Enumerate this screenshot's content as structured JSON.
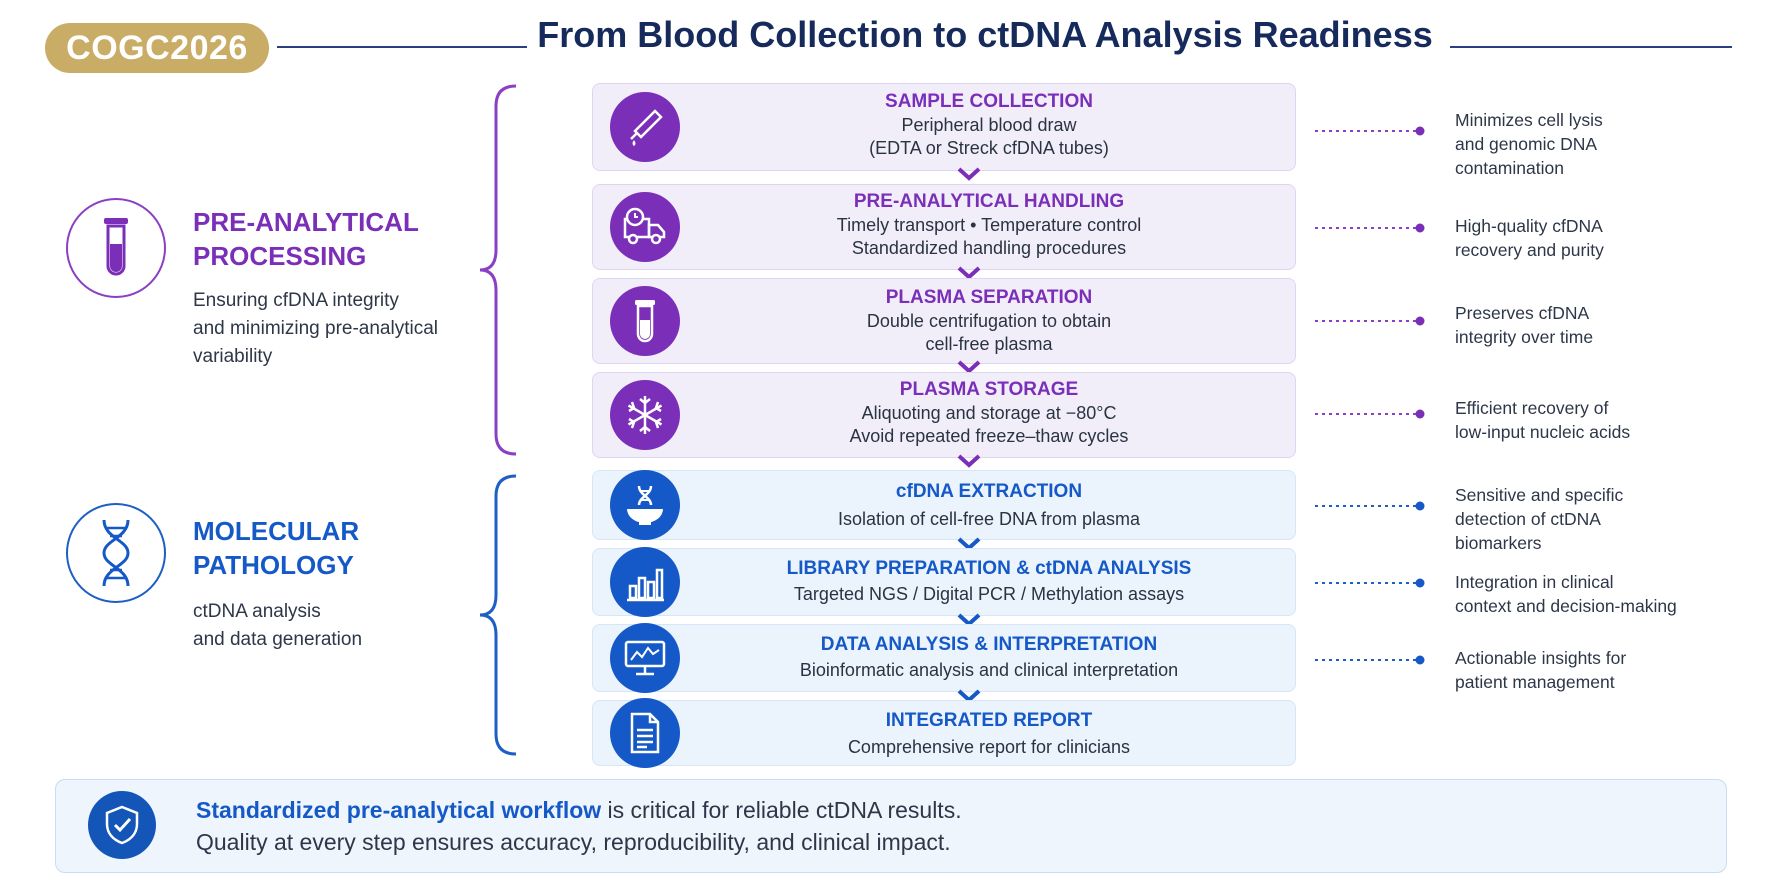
{
  "header": {
    "badge": "COGC2026",
    "title": "From Blood Collection to ctDNA Analysis Readiness"
  },
  "colors": {
    "purple": "#7b2fb8",
    "blue": "#1459c7",
    "gold": "#c9ad66",
    "navy": "#172a5c"
  },
  "sections": {
    "pre": {
      "icon": "test-tube-icon",
      "title_line1": "PRE-ANALYTICAL",
      "title_line2": "PROCESSING",
      "desc_line1": "Ensuring cfDNA integrity",
      "desc_line2": "and minimizing pre-analytical",
      "desc_line3": "variability"
    },
    "mol": {
      "icon": "dna-icon",
      "title_line1": "MOLECULAR",
      "title_line2": "PATHOLOGY",
      "desc_line1": "ctDNA analysis",
      "desc_line2": "and data generation"
    }
  },
  "steps": [
    {
      "icon": "blood-lancet-icon",
      "title": "SAMPLE COLLECTION",
      "line1": "Peripheral blood draw",
      "line2": "(EDTA or Streck cfDNA tubes)"
    },
    {
      "icon": "transport-truck-icon",
      "title": "PRE-ANALYTICAL HANDLING",
      "line1": "Timely transport • Temperature control",
      "line2": "Standardized handling procedures"
    },
    {
      "icon": "centrifuge-tube-icon",
      "title": "PLASMA SEPARATION",
      "line1": "Double centrifugation to obtain",
      "line2": "cell-free plasma"
    },
    {
      "icon": "snowflake-icon",
      "title": "PLASMA STORAGE",
      "line1": "Aliquoting and storage at −80°C",
      "line2": "Avoid repeated freeze–thaw cycles"
    },
    {
      "icon": "dna-extraction-icon",
      "title": "cfDNA EXTRACTION",
      "line1": "Isolation of cell-free DNA from plasma"
    },
    {
      "icon": "bar-chart-icon",
      "title": "LIBRARY PREPARATION & ctDNA ANALYSIS",
      "line1": "Targeted NGS / Digital PCR / Methylation assays"
    },
    {
      "icon": "monitor-chart-icon",
      "title": "DATA ANALYSIS & INTERPRETATION",
      "line1": "Bioinformatic analysis and clinical interpretation"
    },
    {
      "icon": "report-document-icon",
      "title": "INTEGRATED REPORT",
      "line1": "Comprehensive report for clinicians"
    }
  ],
  "notes": [
    {
      "line1": "Minimizes cell lysis",
      "line2": "and genomic DNA",
      "line3": "contamination"
    },
    {
      "line1": "High-quality cfDNA",
      "line2": "recovery and purity"
    },
    {
      "line1": "Preserves cfDNA",
      "line2": "integrity over time"
    },
    {
      "line1": "Efficient recovery of",
      "line2": "low-input nucleic acids"
    },
    {
      "line1": "Sensitive and specific",
      "line2": "detection of ctDNA",
      "line3": "biomarkers"
    },
    {
      "line1": "Integration in clinical",
      "line2": "context and decision-making"
    },
    {
      "line1": "Actionable insights for",
      "line2": "patient management"
    }
  ],
  "banner": {
    "icon": "shield-check-icon",
    "line1_bold": "Standardized pre-analytical workflow",
    "line1_rest": " is critical for reliable ctDNA results.",
    "line2": "Quality at every step ensures accuracy, reproducibility, and clinical impact."
  }
}
